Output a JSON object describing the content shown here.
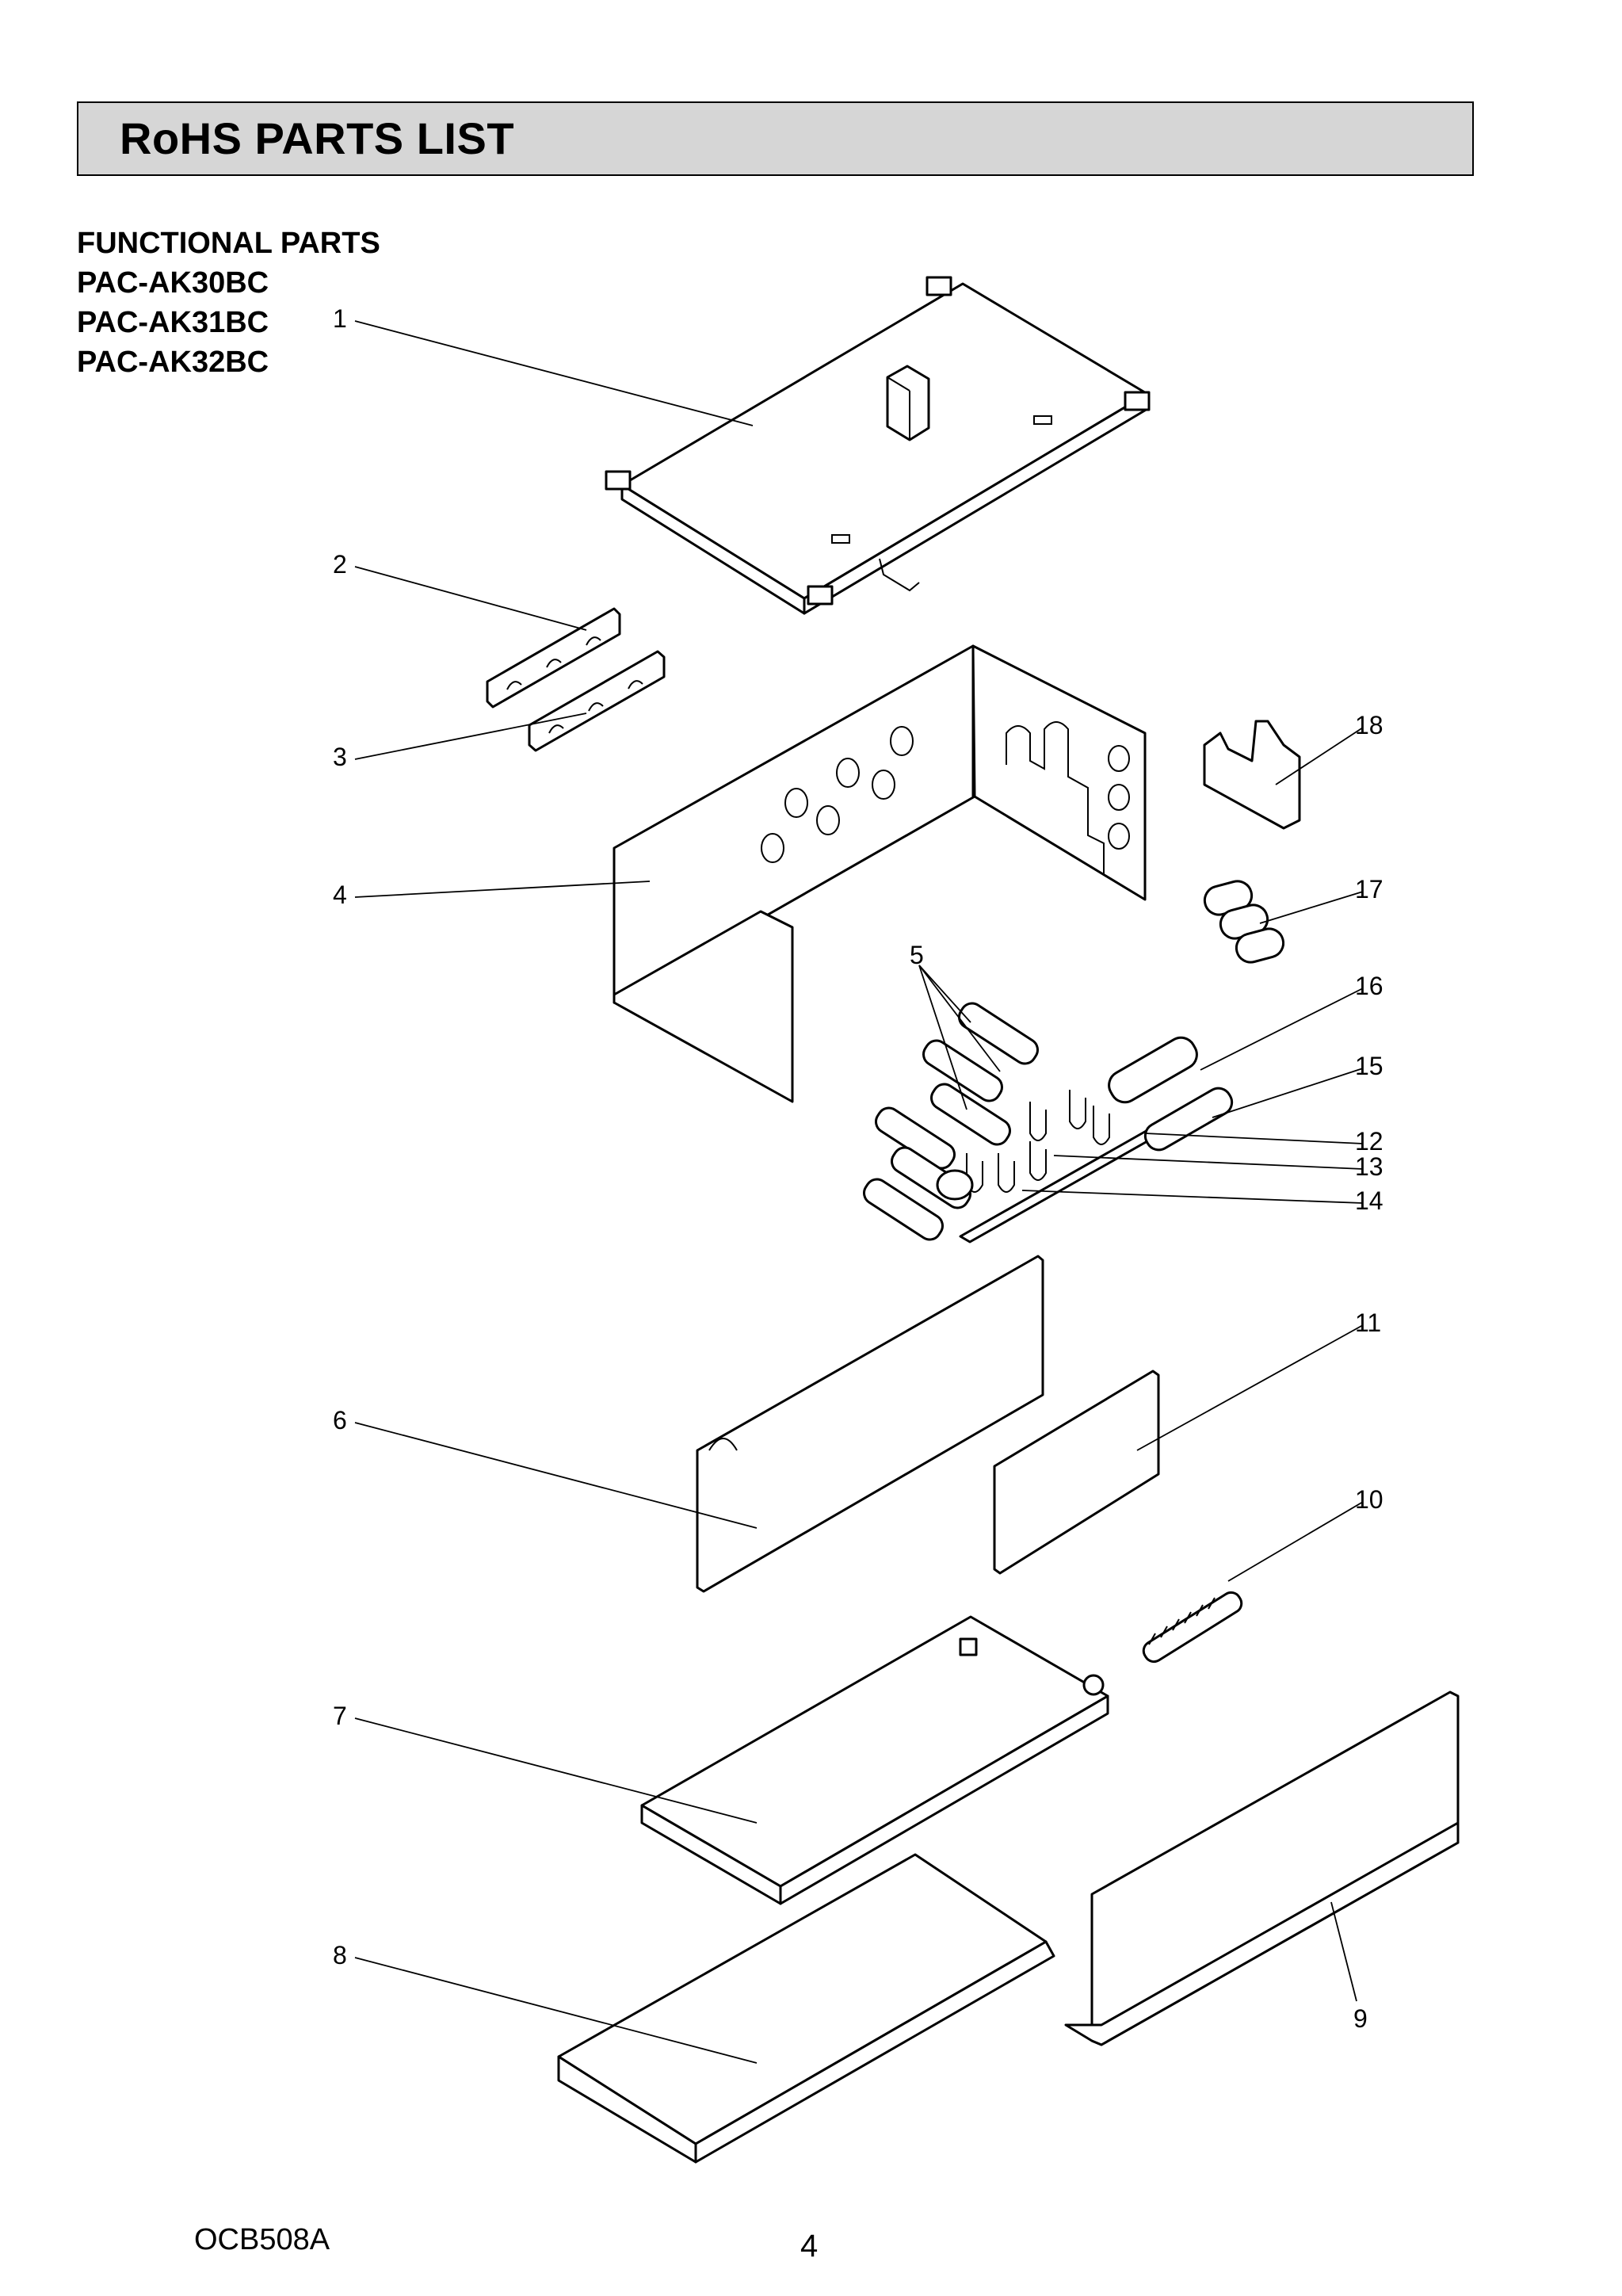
{
  "header": {
    "title": "RoHS PARTS LIST"
  },
  "subheading": {
    "line1": "FUNCTIONAL PARTS",
    "line2": "PAC-AK30BC",
    "line3": "PAC-AK31BC",
    "line4": "PAC-AK32BC"
  },
  "callouts": [
    "1",
    "2",
    "3",
    "4",
    "5",
    "6",
    "7",
    "8",
    "9",
    "10",
    "11",
    "12",
    "13",
    "14",
    "15",
    "16",
    "17",
    "18"
  ],
  "footer": {
    "code": "OCB508A",
    "page": "4"
  }
}
